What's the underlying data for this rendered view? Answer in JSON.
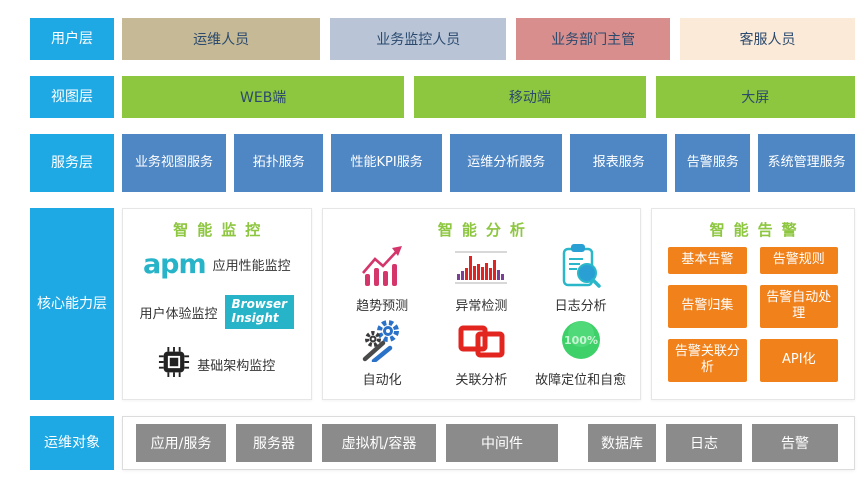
{
  "palette": {
    "layer_label_blue": "#1fa9e4",
    "view_green": "#8dc63f",
    "service_blue": "#4f86c4",
    "alert_orange": "#f0811b",
    "object_gray": "#8b8b8b",
    "user_tan": "#c5b996",
    "user_bluegray": "#b9c5d7",
    "user_salmon": "#d88e8d",
    "user_peach": "#fbead8",
    "section_title_green": "#8dc63f",
    "teal_accent": "#27b4c8",
    "icon_magenta": "#d4356b",
    "icon_red": "#e02424",
    "icon_chain_red": "#e2251f",
    "icon_green": "#3ed169"
  },
  "layers": {
    "user": {
      "label": "用户层",
      "items": [
        "运维人员",
        "业务监控人员",
        "业务部门主管",
        "客服人员"
      ]
    },
    "view": {
      "label": "视图层",
      "items": [
        "WEB端",
        "移动端",
        "大屏"
      ]
    },
    "service": {
      "label": "服务层",
      "items": [
        "业务视图服务",
        "拓扑服务",
        "性能KPI服务",
        "运维分析服务",
        "报表服务",
        "告警服务",
        "系统管理服务"
      ]
    },
    "core": {
      "label": "核心能力层",
      "monitoring": {
        "title": "智能监控",
        "apm_logo": "apm",
        "apm_label": "应用性能监控",
        "ux_label": "用户体验监控",
        "badge_line1": "Browser",
        "badge_line2": "Insight",
        "infra_label": "基础架构监控"
      },
      "analysis": {
        "title": "智能分析",
        "items": [
          "趋势预测",
          "异常检测",
          "日志分析",
          "自动化",
          "关联分析",
          "故障定位和自愈"
        ],
        "gauge_value": "100%"
      },
      "alerting": {
        "title": "智能告警",
        "items": [
          "基本告警",
          "告警规则",
          "告警归集",
          "告警自动处理",
          "告警关联分析",
          "API化"
        ]
      }
    },
    "objects": {
      "label": "运维对象",
      "items": [
        "应用/服务",
        "服务器",
        "虚拟机/容器",
        "中间件",
        "数据库",
        "日志",
        "告警"
      ]
    }
  }
}
